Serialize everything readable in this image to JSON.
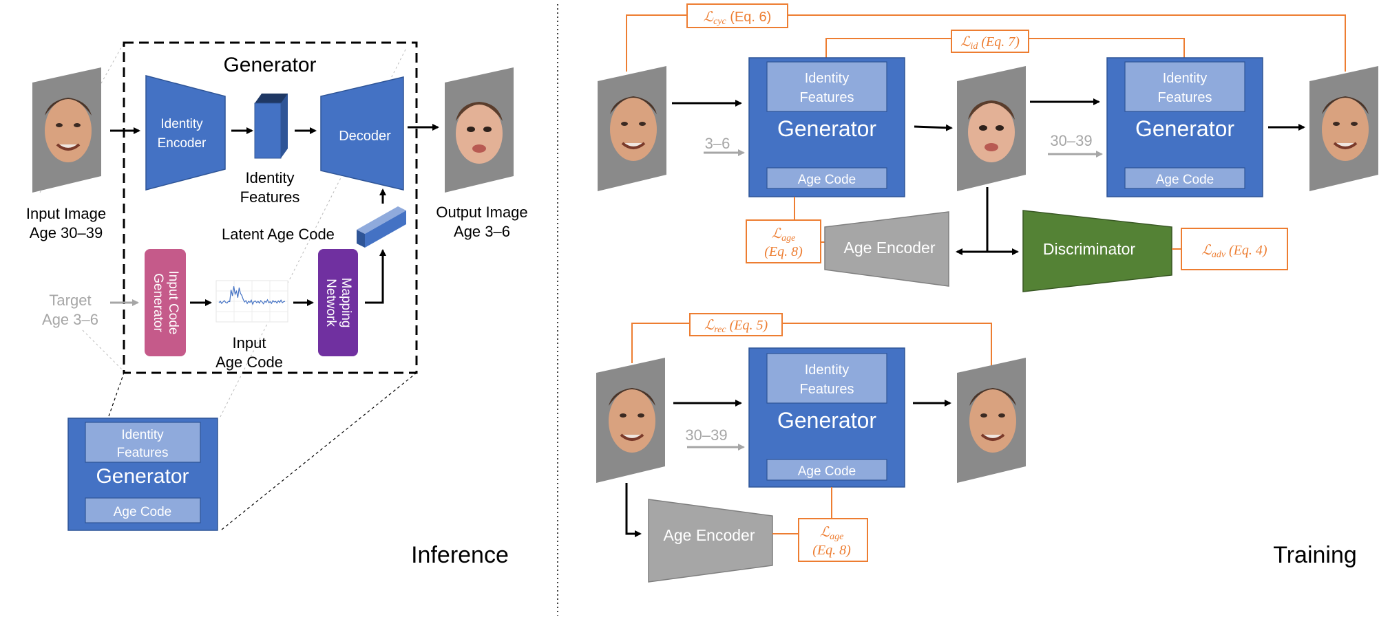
{
  "colors": {
    "generator_blue": "#4472C4",
    "generator_border": "#2F5597",
    "inner_box": "#8FAADC",
    "encoder_blue": "#4472C4",
    "gray_encoder": "#A6A6A6",
    "discriminator_green": "#548235",
    "loss_orange": "#ED7D31",
    "input_code_pink": "#C55A8A",
    "mapping_purple": "#7030A0",
    "muted_text": "#A6A6A6"
  },
  "inference": {
    "section_label": "Inference",
    "generator_title": "Generator",
    "identity_encoder": [
      "Identity",
      "Encoder"
    ],
    "identity_features": [
      "Identity",
      "Features"
    ],
    "decoder": "Decoder",
    "latent_age_code": "Latent Age Code",
    "input_image": [
      "Input Image",
      "Age 30–39"
    ],
    "output_image": [
      "Output Image",
      "Age 3–6"
    ],
    "target": [
      "Target",
      "Age 3–6"
    ],
    "input_code_generator": [
      "Input Code",
      "Generator"
    ],
    "input_age_code": [
      "Input",
      "Age Code"
    ],
    "mapping_network": [
      "Mapping",
      "Network"
    ],
    "mini_generator": {
      "title": "Generator",
      "identity_features": [
        "Identity",
        "Features"
      ],
      "age_code": "Age Code"
    }
  },
  "training": {
    "section_label": "Training",
    "generator_title": "Generator",
    "identity_features": [
      "Identity",
      "Features"
    ],
    "age_code": "Age Code",
    "age_encoder": "Age Encoder",
    "discriminator": "Discriminator",
    "age_in_1": "3–6",
    "age_in_2": "30–39",
    "age_in_3": "30–39",
    "losses": {
      "cyc": {
        "sym": "ℒ",
        "sub": "cyc",
        "eq": " (Eq. 6)"
      },
      "id": {
        "sym": "ℒ",
        "sub": "id",
        "eq": " (Eq. 7)"
      },
      "age_top": {
        "sym": "ℒ",
        "sub": "age",
        "eq": "(Eq. 8)"
      },
      "adv": {
        "sym": "ℒ",
        "sub": "adv",
        "eq": " (Eq. 4)"
      },
      "rec": {
        "sym": "ℒ",
        "sub": "rec",
        "eq": " (Eq. 5)"
      },
      "age_bottom": {
        "sym": "ℒ",
        "sub": "age",
        "eq": "(Eq. 8)"
      }
    }
  },
  "signal": [
    0.46,
    0.5,
    0.44,
    0.48,
    0.52,
    0.47,
    0.45,
    0.5,
    0.49,
    0.82,
    0.65,
    0.92,
    0.7,
    0.78,
    0.6,
    0.88,
    0.72,
    0.66,
    0.55,
    0.48,
    0.52,
    0.44,
    0.5,
    0.47,
    0.53,
    0.42,
    0.49,
    0.51,
    0.46,
    0.5,
    0.45,
    0.52,
    0.48,
    0.43,
    0.5,
    0.47,
    0.54,
    0.46,
    0.49,
    0.44,
    0.52,
    0.48,
    0.5,
    0.45,
    0.51,
    0.47,
    0.53,
    0.46,
    0.49,
    0.5
  ]
}
